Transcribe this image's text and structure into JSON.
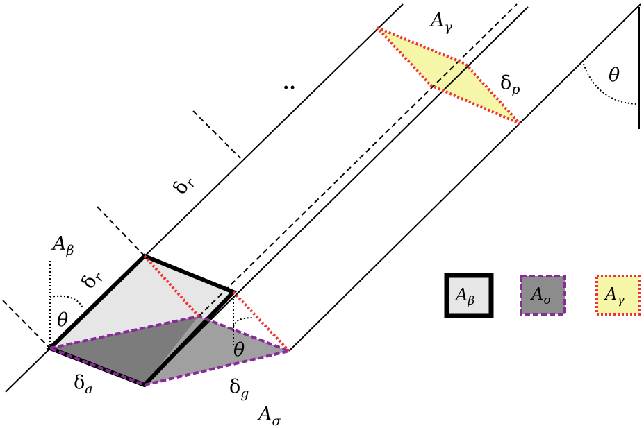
{
  "labels": {
    "a_gamma": {
      "main": "A",
      "sub": "γ"
    },
    "delta_p": {
      "main": "δ",
      "sub": "p"
    },
    "theta_top": "θ",
    "ellipsis": "..",
    "delta_r_mid": {
      "main": "δ",
      "sub": "r"
    },
    "a_beta": {
      "main": "A",
      "sub": "β"
    },
    "delta_r_low": {
      "main": "δ",
      "sub": "r"
    },
    "theta_left": "θ",
    "theta_mid": "θ",
    "delta_a": {
      "main": "δ",
      "sub": "a"
    },
    "delta_g": {
      "main": "δ",
      "sub": "g"
    },
    "a_sigma": {
      "main": "A",
      "sub": "σ"
    }
  },
  "legend": [
    {
      "main": "A",
      "sub": "β",
      "fill": "#e6e6e6",
      "stroke": "#000000",
      "style": "solid"
    },
    {
      "main": "A",
      "sub": "σ",
      "fill": "#8c8c8c",
      "stroke": "#8a2a9a",
      "style": "dashed"
    },
    {
      "main": "A",
      "sub": "γ",
      "fill": "#f6f6a8",
      "stroke": "#ee3333",
      "style": "dotted"
    }
  ],
  "colors": {
    "beta_fill": "#e6e6e6",
    "sigma_fill": "#9a9a9a",
    "sigma_dark_fill": "#7a7a7a",
    "gamma_fill": "#f6f6a8",
    "purple": "#8a2a9a",
    "red": "#ee3333"
  }
}
